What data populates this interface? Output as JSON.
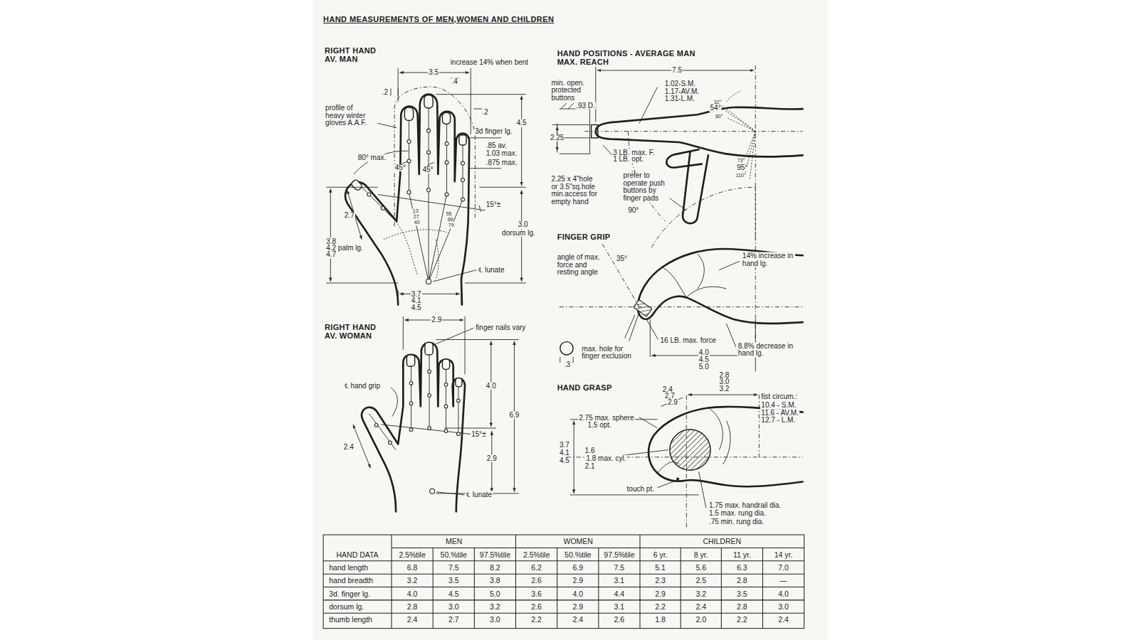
{
  "diagram": {
    "title": "HAND MEASUREMENTS OF MEN,WOMEN AND CHILDREN",
    "labels": [
      "RIGHT HAND AV. MAN",
      "increase 14% when bent",
      "3.5",
      ".2",
      ".4",
      "profile of heavy winter gloves A.A.F.",
      ".2",
      "4.5",
      "3d finger lg.",
      ".85 av.",
      "1.03 max.",
      ".875 max.",
      "80° max.",
      "45°",
      "45°",
      "15°±",
      "2.7",
      "13",
      "27",
      "40",
      "55",
      "66",
      "79",
      "3.0",
      "dorsum lg.",
      "3.8",
      "4.2 palm lg.",
      "4.7",
      "℄ lunate",
      "3.7",
      "4.1",
      "4.5",
      "RIGHT HAND AV. WOMAN",
      "2.9",
      "finger nails vary",
      "℄ hand grip",
      "4.0",
      "6.9",
      "15°±",
      "2.4",
      "2.9",
      "℄ lunate",
      "HAND POSITIONS - AVERAGE MAN MAX. REACH",
      "7.5",
      "min. open. protected buttons",
      "1.02-S.M.",
      "1.17-AV.M.",
      "1.31-L.M.",
      ".93 D.",
      "32°",
      "54°",
      "60°",
      "2.25",
      "3 LB. max. F.",
      "1 LB. opt.",
      "2.25 x 4\"hole or 3.5\"sq.hole min.access for empty hand",
      "prefer to operate push buttons by finger pads",
      "73°",
      "95°",
      "110°",
      "90°",
      "FINGER GRIP",
      "angle of max. force and resting angle",
      "35°",
      "14% increase in hand lg.",
      "max. hole for finger exclusion",
      ".3",
      "16 LB. max. force",
      "8.8% decrease in hand lg.",
      "4.0",
      "4.5",
      "5.0",
      "HAND GRASP",
      "2.8",
      "3.0",
      "3.2",
      "2.4",
      "2.7",
      "2.9",
      "fist circum.:",
      "10.4 - S.M.",
      "11.6 - AV.M.",
      "12.7 - L.M.",
      "2.75 max. sphere",
      "1.5 opt.",
      "3.7",
      "4.1",
      "4.5",
      "1.6",
      "1.8 max. cyl.",
      "2.1",
      "touch pt.",
      "1.75 max. handrail dia.",
      "1.5 max. rung dia.",
      ".75 min. rung dia.",
      "HAND DATA",
      "MEN",
      "WOMEN",
      "CHILDREN",
      "2.5%tile",
      "50.%tile",
      "97.5%tile",
      "2.5%tile",
      "50.%tile",
      "97.5%tile",
      "6 yr.",
      "8 yr.",
      "11 yr.",
      "14 yr.",
      "hand length",
      "6.8",
      "7.5",
      "8.2",
      "6.2",
      "6.9",
      "7.5",
      "5.1",
      "5.6",
      "6.3",
      "7.0",
      "hand breadth",
      "3.2",
      "3.5",
      "3.8",
      "2.6",
      "2.9",
      "3.1",
      "2.3",
      "2.5",
      "2.8",
      "—",
      "3d. finger lg.",
      "4.0",
      "4.5",
      "5.0",
      "3.6",
      "4.0",
      "4.4",
      "2.9",
      "3.2",
      "3.5",
      "4.0",
      "dorsum lg.",
      "2.8",
      "3.0",
      "3.2",
      "2.6",
      "2.9",
      "3.1",
      "2.2",
      "2.4",
      "2.8",
      "3.0",
      "thumb length",
      "2.4",
      "2.7",
      "3.0",
      "2.2",
      "2.4",
      "2.6",
      "1.8",
      "2.0",
      "2.2",
      "2.4"
    ]
  }
}
